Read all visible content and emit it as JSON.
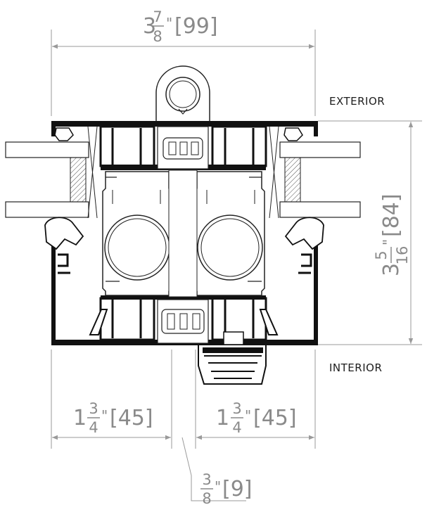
{
  "labels": {
    "exterior": "EXTERIOR",
    "interior": "INTERIOR"
  },
  "dimensions": {
    "overall_width": {
      "whole": "3",
      "num": "7",
      "den": "8",
      "inch": "\"",
      "metric": "[99]"
    },
    "overall_height": {
      "whole": "3",
      "num": "5",
      "den": "16",
      "inch": "\"",
      "metric": "[84]"
    },
    "left_half": {
      "whole": "1",
      "num": "3",
      "den": "4",
      "inch": "\"",
      "metric": "[45]"
    },
    "right_half": {
      "whole": "1",
      "num": "3",
      "den": "4",
      "inch": "\"",
      "metric": "[45]"
    },
    "center_gap": {
      "whole": "",
      "num": "3",
      "den": "8",
      "inch": "\"",
      "metric": "[9]"
    }
  },
  "colors": {
    "profile": "#111111",
    "dimension": "#8a8a8a",
    "label": "#1e1e1e"
  }
}
